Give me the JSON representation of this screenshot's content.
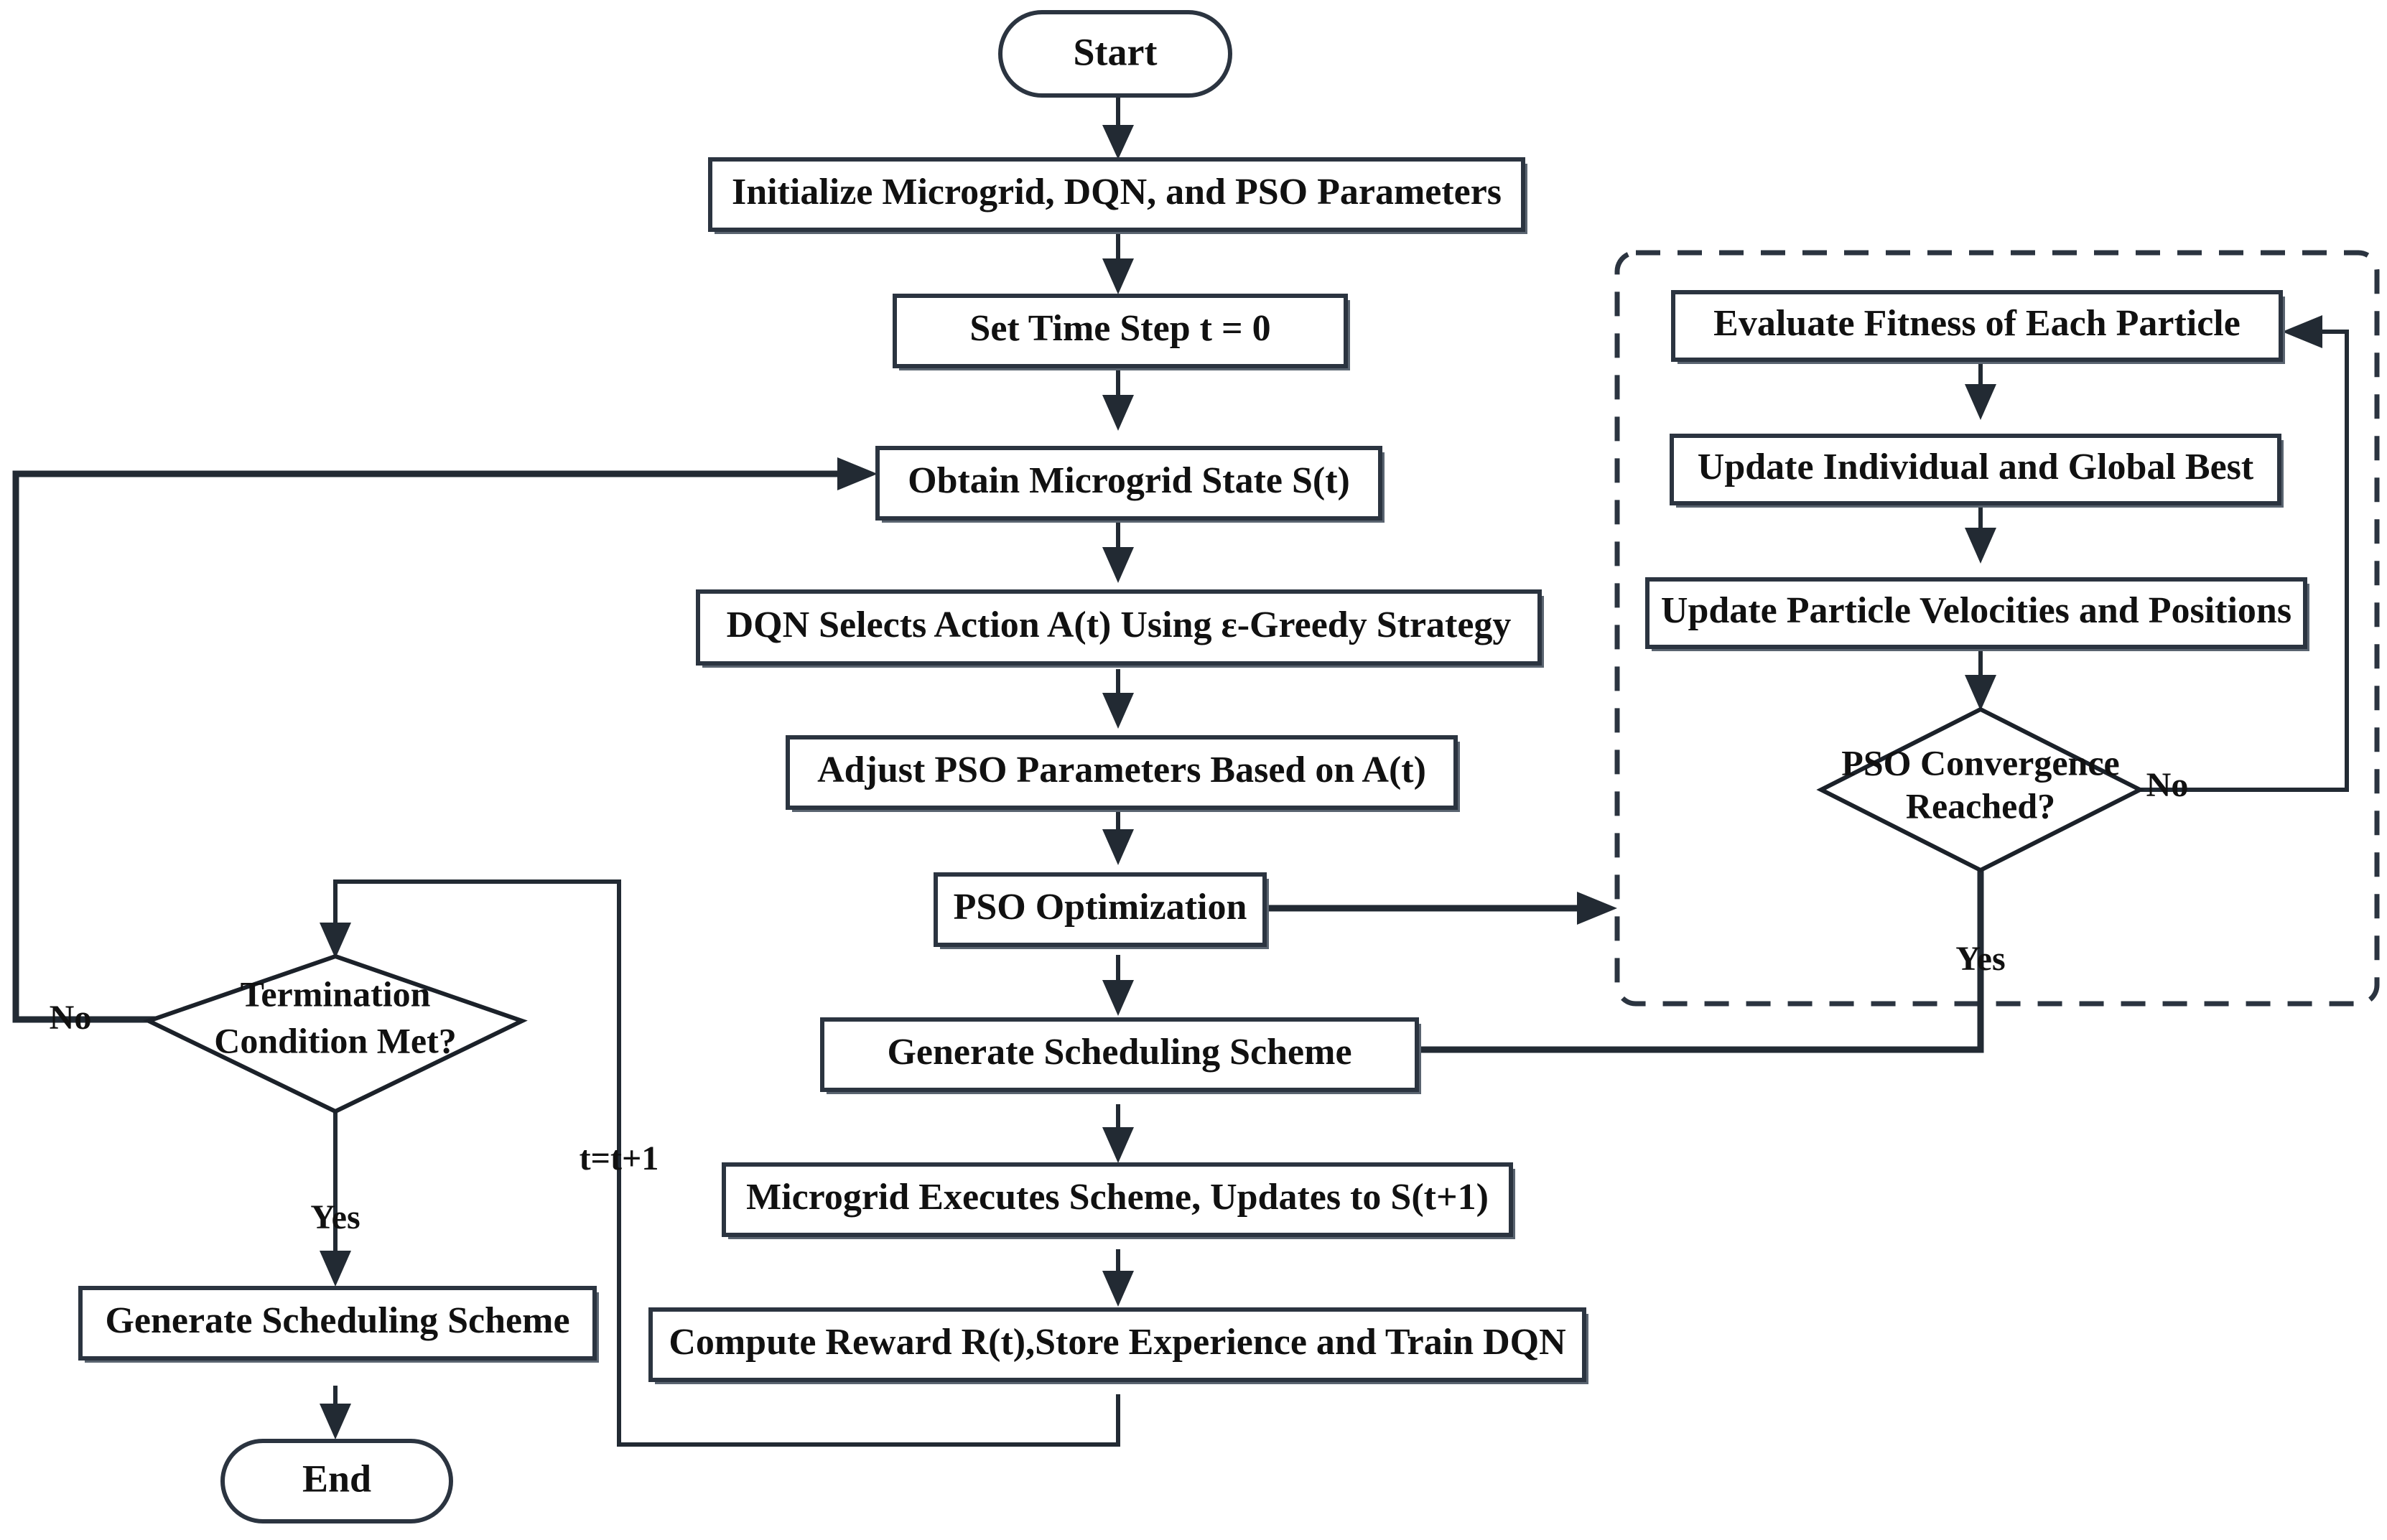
{
  "diagram": {
    "title": "DQN-PSO Microgrid Scheduling Flowchart",
    "colors": {
      "background": "#ffffff",
      "box_stroke": "#2b3440",
      "text": "#111111",
      "line": "#222a33"
    },
    "nodes": {
      "start": {
        "label": "Start",
        "shape": "terminator"
      },
      "initialize": {
        "label": "Initialize Microgrid, DQN, and PSO Parameters",
        "shape": "process"
      },
      "set_time": {
        "label": "Set Time Step t = 0",
        "shape": "process"
      },
      "obtain_state": {
        "label": "Obtain Microgrid State S(t)",
        "shape": "process"
      },
      "dqn_select": {
        "label": "DQN Selects Action A(t)  Using ε-Greedy Strategy",
        "shape": "process"
      },
      "adjust_pso": {
        "label": "Adjust PSO Parameters Based on A(t)",
        "shape": "process"
      },
      "pso_opt": {
        "label": "PSO Optimization",
        "shape": "process"
      },
      "gen_sched_mid": {
        "label": "Generate Scheduling Scheme",
        "shape": "process"
      },
      "exec_scheme": {
        "label": "Microgrid Executes Scheme, Updates to S(t+1)",
        "shape": "process"
      },
      "compute_reward": {
        "label": "Compute Reward R(t),Store Experience and Train DQN",
        "shape": "process"
      },
      "termination": {
        "label_line1": "Termination",
        "label_line2": "Condition Met?",
        "shape": "decision"
      },
      "gen_sched_left": {
        "label": "Generate Scheduling Scheme",
        "shape": "process"
      },
      "end": {
        "label": "End",
        "shape": "terminator"
      },
      "eval_fitness": {
        "label": "Evaluate Fitness of Each Particle",
        "shape": "process"
      },
      "update_best": {
        "label": "Update Individual and Global Best",
        "shape": "process"
      },
      "update_velocity": {
        "label": "Update Particle Velocities and Positions",
        "shape": "process"
      },
      "pso_converge": {
        "label_line1": "PSO Convergence",
        "label_line2": "Reached?",
        "shape": "decision"
      }
    },
    "edge_labels": {
      "pso_no": "No",
      "pso_yes": "Yes",
      "term_no": "No",
      "term_yes": "Yes",
      "time_increment": "t=t+1"
    }
  }
}
